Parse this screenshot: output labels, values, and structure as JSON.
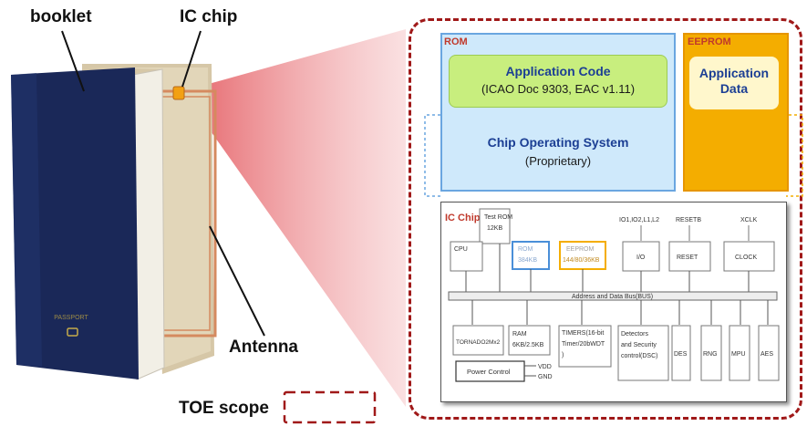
{
  "labels": {
    "booklet": "booklet",
    "ic_chip": "IC chip",
    "antenna": "Antenna",
    "toe_scope": "TOE scope"
  },
  "passport": {
    "cover_text": "PASSPORT"
  },
  "rom": {
    "title": "ROM",
    "app_code_title": "Application Code",
    "app_code_sub": "(ICAO Doc 9303, EAC v1.11)",
    "cos_title": "Chip Operating System",
    "cos_sub": "(Proprietary)"
  },
  "eeprom": {
    "title": "EEPROM",
    "app_data_line1": "Application",
    "app_data_line2": "Data"
  },
  "ic_diagram": {
    "title": "IC Chip",
    "test_rom_1": "Test ROM",
    "test_rom_2": "12KB",
    "cpu": "CPU",
    "rom_1": "ROM",
    "rom_2": "384KB",
    "eeprom_1": "EEPROM",
    "eeprom_2": "144/80/36KB",
    "io_pins": "IO1,IO2,L1,L2",
    "io": "I/O",
    "resetb": "RESETB",
    "reset": "RESET",
    "xclk": "XCLK",
    "clock": "CLOCK",
    "bus": "Address and Data Bus(BUS)",
    "tornado": "TORNADO2Mx2",
    "ram_1": "RAM",
    "ram_2": "6KB/2.5KB",
    "timers_1": "TIMERS(16-bit",
    "timers_2": "Timer/20bWDT",
    "timers_3": ")",
    "detectors_1": "Detectors",
    "detectors_2": "and Security",
    "detectors_3": "control(DSC)",
    "des": "DES",
    "rng": "RNG",
    "mpu": "MPU",
    "aes": "AES",
    "power": "Power Control",
    "vdd": "VDD",
    "gnd": "GND"
  },
  "colors": {
    "toe_border": "#a01919",
    "rom_fill": "#cfe9fb",
    "rom_border": "#6aa6e0",
    "app_code_fill": "#c8ee7e",
    "eeprom_fill": "#f4ad00",
    "passport_cover": "#1a2858",
    "cone": "#ee8a8e"
  }
}
